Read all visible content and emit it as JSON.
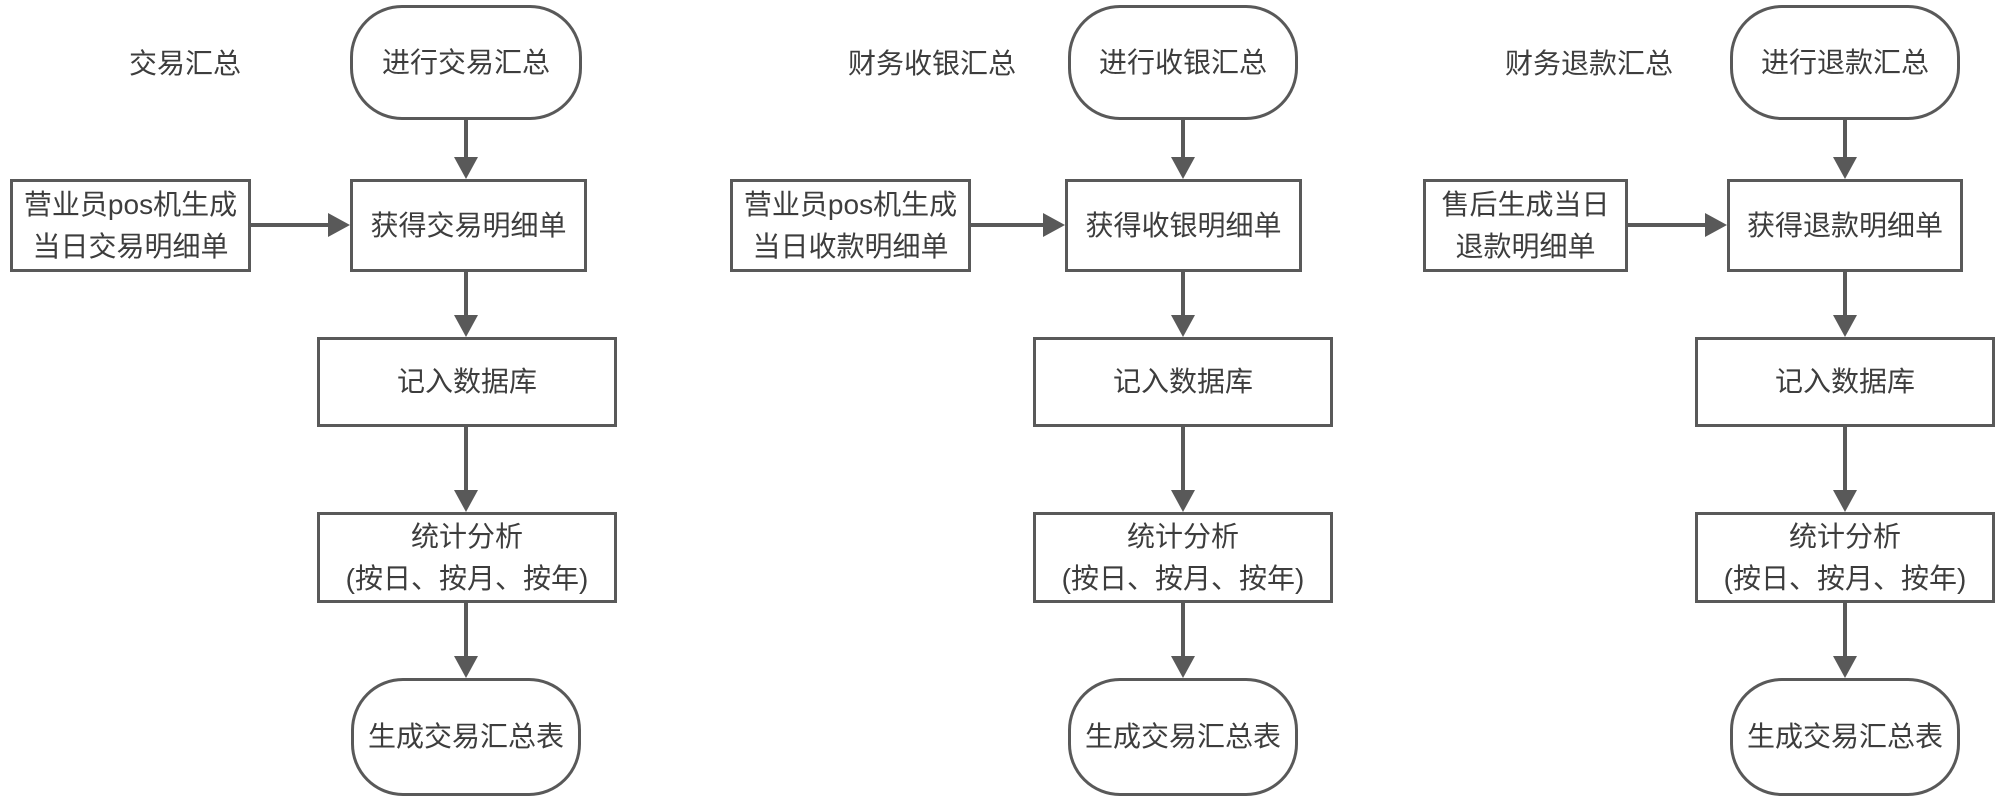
{
  "diagram": {
    "type": "flowchart",
    "background_color": "#ffffff",
    "line_color": "#595959",
    "text_color": "#3d3d3d"
  },
  "columns": [
    {
      "key": "transaction",
      "title": "交易汇总",
      "start": "进行交易汇总",
      "input_line1": "营业员pos机生成",
      "input_line2": "当日交易明细单",
      "acquire": "获得交易明细单",
      "record": "记入数据库",
      "stats_line1": "统计分析",
      "stats_line2": "(按日、按月、按年)",
      "end": "生成交易汇总表"
    },
    {
      "key": "cashier",
      "title": "财务收银汇总",
      "start": "进行收银汇总",
      "input_line1": "营业员pos机生成",
      "input_line2": "当日收款明细单",
      "acquire": "获得收银明细单",
      "record": "记入数据库",
      "stats_line1": "统计分析",
      "stats_line2": "(按日、按月、按年)",
      "end": "生成交易汇总表"
    },
    {
      "key": "refund",
      "title": "财务退款汇总",
      "start": "进行退款汇总",
      "input_line1": "售后生成当日",
      "input_line2": "退款明细单",
      "acquire": "获得退款明细单",
      "record": "记入数据库",
      "stats_line1": "统计分析",
      "stats_line2": "(按日、按月、按年)",
      "end": "生成交易汇总表"
    }
  ]
}
